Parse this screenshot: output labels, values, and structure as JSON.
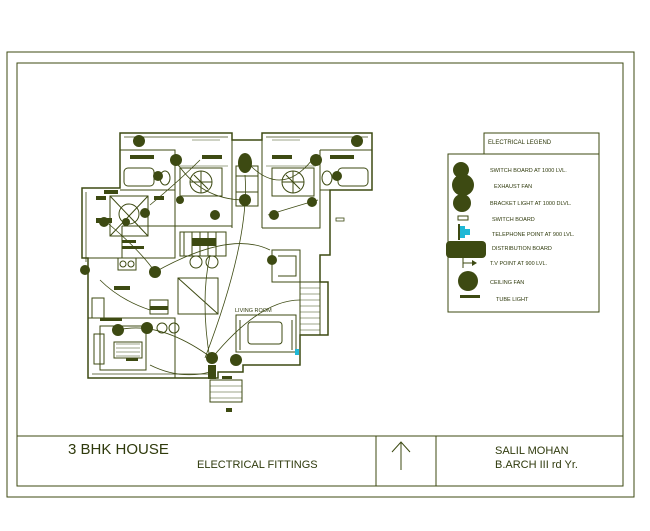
{
  "legend": {
    "title": "ELECTRICAL LEGEND",
    "items": [
      {
        "label": "SWITCH BOARD AT 1000 LVL.",
        "icon": "switch-board-icon"
      },
      {
        "label": "EXHAUST FAN",
        "icon": "exhaust-fan-icon"
      },
      {
        "label": "BRACKET LIGHT AT 1000 DLVL.",
        "icon": "bracket-light-icon"
      },
      {
        "label": "SWITCH BOARD",
        "icon": "small-switch-board-icon"
      },
      {
        "label": "TELEPHONE POINT AT 900 LVL.",
        "icon": "telephone-point-icon"
      },
      {
        "label": "DISTRIBUTION BOARD",
        "icon": "distribution-board-icon"
      },
      {
        "label": "T.V POINT AT 900 LVL.",
        "icon": "tv-point-icon"
      },
      {
        "label": "CEILING FAN",
        "icon": "ceiling-fan-icon"
      },
      {
        "label": "TUBE LIGHT",
        "icon": "tube-light-icon"
      }
    ]
  },
  "plan": {
    "room_label": "LIVING ROOM"
  },
  "title_block": {
    "project": "3 BHK HOUSE",
    "drawing": "ELECTRICAL FITTINGS",
    "author": "SALIL MOHAN",
    "course": "B.ARCH III rd Yr."
  },
  "colors": {
    "ink": "#3d4a12",
    "accent": "#1fb8d6"
  }
}
